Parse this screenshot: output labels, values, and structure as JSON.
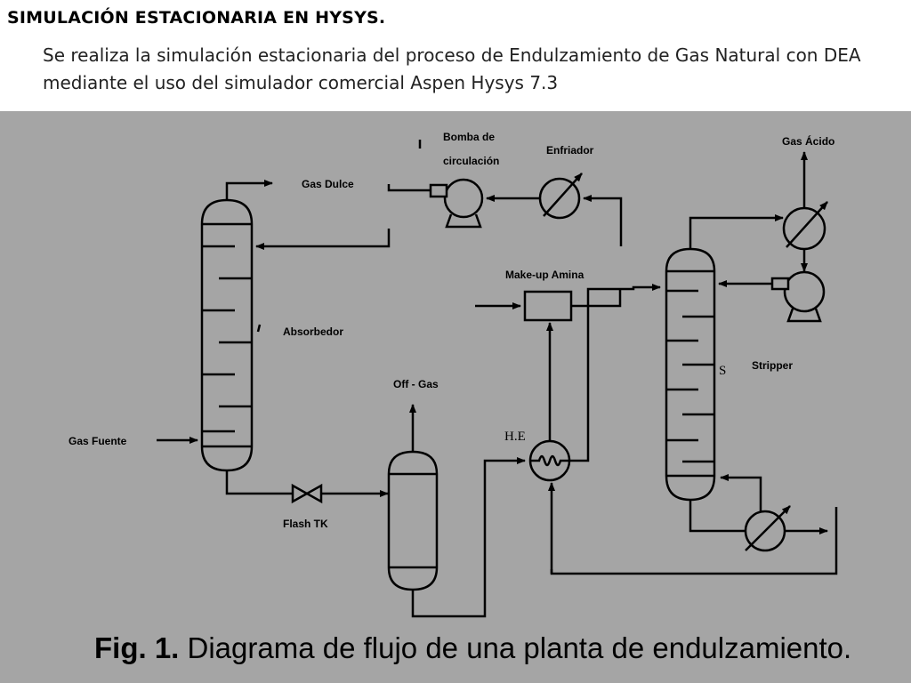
{
  "slide": {
    "title": "SIMULACIÓN ESTACIONARIA EN HYSYS.",
    "description": "Se realiza la simulación estacionaria del proceso de Endulzamiento de Gas Natural con DEA mediante el uso del simulador comercial Aspen Hysys 7.3"
  },
  "diagram": {
    "labels": {
      "bomba_line1": "Bomba de",
      "bomba_line2": "circulación",
      "enfriador": "Enfriador",
      "gas_acido": "Gas Ácido",
      "gas_dulce": "Gas Dulce",
      "makeup": "Make-up Amina",
      "absorbedor": "Absorbedor",
      "stripper": "Stripper",
      "s_mark": "S",
      "off_gas": "Off - Gas",
      "he": "H.E",
      "gas_fuente": "Gas Fuente",
      "flash_tk": "Flash TK"
    },
    "caption_bold": "Fig. 1.",
    "caption_text": " Diagrama de flujo de una planta de endulzamiento."
  }
}
